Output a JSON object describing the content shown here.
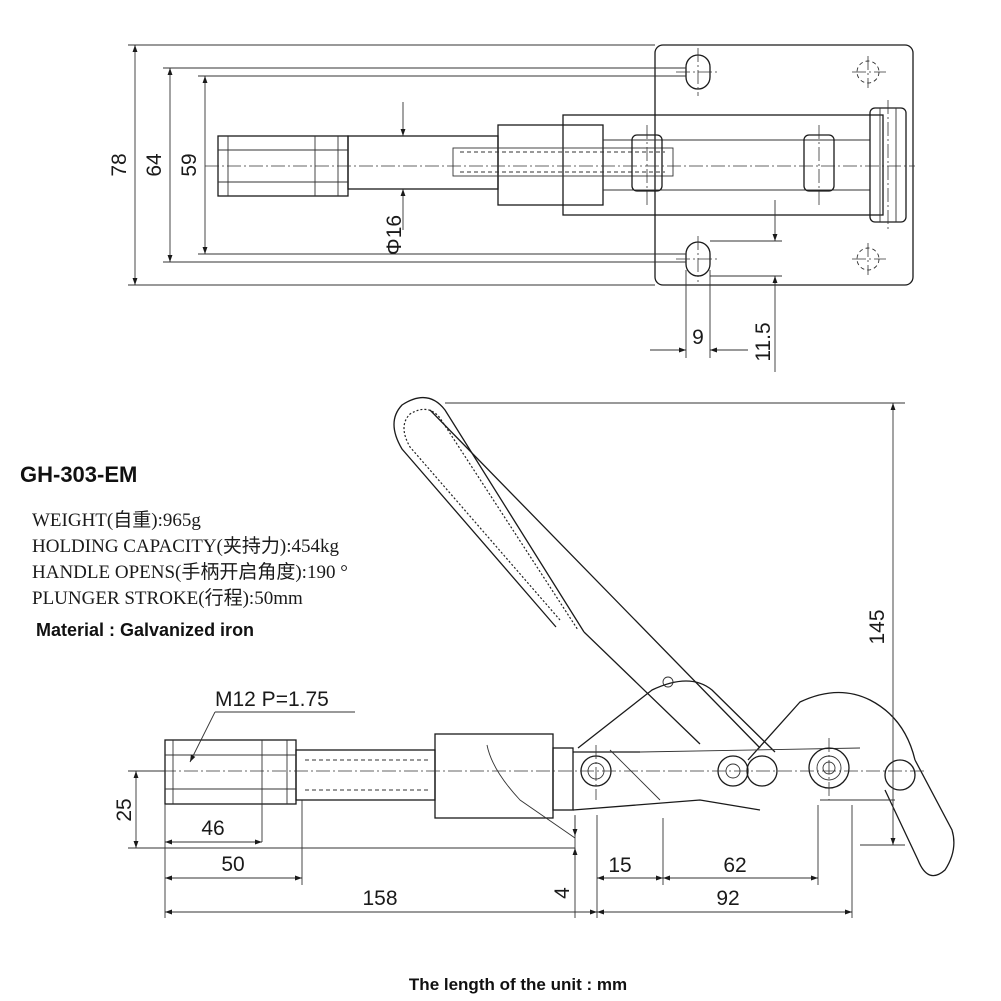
{
  "model": "GH-303-EM",
  "specs": {
    "weight": "WEIGHT(自重):965g",
    "holding_capacity": "HOLDING CAPACITY(夹持力):454kg",
    "handle_opens": "HANDLE OPENS(手柄开启角度):190 °",
    "plunger_stroke": "PLUNGER STROKE(行程):50mm"
  },
  "material": "Material :  Galvanized iron",
  "footer": "The length of the unit  :  mm",
  "top_view": {
    "dim_78": "78",
    "dim_64": "64",
    "dim_59": "59",
    "dim_phi16": "Φ16",
    "dim_9": "9",
    "dim_11_5": "11.5"
  },
  "side_view": {
    "thread": "M12  P=1.75",
    "dim_145": "145",
    "dim_25": "25",
    "dim_46": "46",
    "dim_50": "50",
    "dim_158": "158",
    "dim_15": "15",
    "dim_62": "62",
    "dim_92": "92",
    "dim_4": "4"
  }
}
